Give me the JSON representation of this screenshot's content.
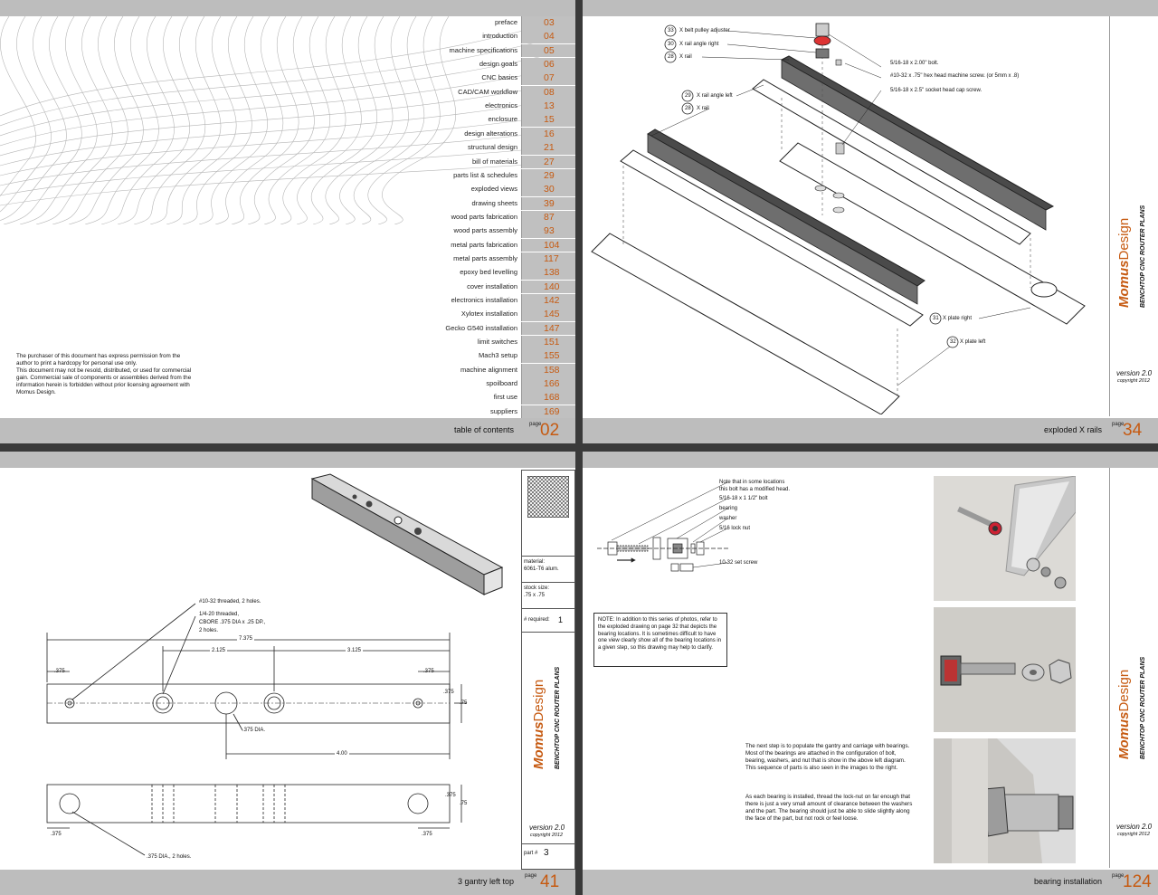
{
  "colors": {
    "accent": "#c65a11",
    "bar": "#bdbdbd",
    "toc_cell": "#c0c0c0"
  },
  "brand": {
    "name_bold": "Momus",
    "name_light": "Design",
    "subtitle": "BENCHTOP CNC ROUTER PLANS",
    "version": "version 2.0",
    "copyright": "copyright 2012"
  },
  "page1": {
    "toc": [
      {
        "label": "preface",
        "page": "03"
      },
      {
        "label": "introduction",
        "page": "04"
      },
      {
        "label": "machine specifications",
        "page": "05"
      },
      {
        "label": "design goals",
        "page": "06"
      },
      {
        "label": "CNC basics",
        "page": "07"
      },
      {
        "label": "CAD/CAM workflow",
        "page": "08"
      },
      {
        "label": "electronics",
        "page": "13"
      },
      {
        "label": "enclosure",
        "page": "15"
      },
      {
        "label": "design alterations",
        "page": "16"
      },
      {
        "label": "structural design",
        "page": "21"
      },
      {
        "label": "bill of materials",
        "page": "27"
      },
      {
        "label": "parts list & schedules",
        "page": "29"
      },
      {
        "label": "exploded views",
        "page": "30"
      },
      {
        "label": "drawing sheets",
        "page": "39"
      },
      {
        "label": "wood parts fabrication",
        "page": "87"
      },
      {
        "label": "wood parts assembly",
        "page": "93"
      },
      {
        "label": "metal parts fabrication",
        "page": "104"
      },
      {
        "label": "metal parts assembly",
        "page": "117"
      },
      {
        "label": "epoxy bed levelling",
        "page": "138"
      },
      {
        "label": "cover installation",
        "page": "140"
      },
      {
        "label": "electronics installation",
        "page": "142"
      },
      {
        "label": "Xylotex installation",
        "page": "145"
      },
      {
        "label": "Gecko G540 installation",
        "page": "147"
      },
      {
        "label": "limit switches",
        "page": "151"
      },
      {
        "label": "Mach3 setup",
        "page": "155"
      },
      {
        "label": "machine alignment",
        "page": "158"
      },
      {
        "label": "spoilboard",
        "page": "166"
      },
      {
        "label": "first use",
        "page": "168"
      },
      {
        "label": "suppliers",
        "page": "169"
      }
    ],
    "legal_line1": "The purchaser of this document has express permission from the author to print a hardcopy for personal use only.",
    "legal_line2": "This document may not be resold, distributed, or used for commercial gain.   Commercial sale of components or assemblies derived from the information herein is forbidden without prior licensing agreement with Momus Design.",
    "title": "table of contents",
    "page_label": "page",
    "page_number": "02"
  },
  "page2": {
    "callouts": [
      {
        "num": "33",
        "text": "X belt pulley adjuster"
      },
      {
        "num": "30",
        "text": "X rail angle right"
      },
      {
        "num": "28",
        "text": "X rail"
      },
      {
        "num": "29",
        "text": "X rail angle left"
      },
      {
        "num": "28",
        "text": "X rail"
      },
      {
        "num": "31",
        "text": "X plate right"
      },
      {
        "num": "32",
        "text": "X plate left"
      }
    ],
    "notes": [
      "5/16-18 x 2.00\" bolt.",
      "#10-32 x .75\" hex head machine screw. (or 5mm x .8)",
      "5/16-18 x 2.5\" socket head cap screw."
    ],
    "title": "exploded X rails",
    "page_label": "page",
    "page_number": "34"
  },
  "page3": {
    "notes": {
      "thread1": "#10-32 threaded, 2 holes.",
      "thread2a": "1/4-20 threaded,",
      "thread2b": "CBORE .375 DIA x .25 DP.,",
      "thread2c": "2 holes.",
      "dia": ".375 DIA.",
      "dia2": ".375 DIA., 2 holes."
    },
    "dims": {
      "overall": "7.375",
      "d1": "2.125",
      "d2": "3.125",
      "edge_l": ".375",
      "edge_r": ".375",
      "h1": ".375",
      "h2": ".75",
      "span": "4.00",
      "b_edge_l": ".375",
      "b_edge_r": ".375",
      "b_h1": ".375",
      "b_h2": ".75"
    },
    "side": {
      "material_label": "material:",
      "material": "6061-T6 alum.",
      "stock_label": "stock size:",
      "stock": ".75 x .75",
      "required_label": "# required:",
      "required": "1",
      "part_label": "part #",
      "part": "3"
    },
    "title": "3 gantry left top",
    "page_label": "page",
    "page_number": "41"
  },
  "page4": {
    "labels": [
      "Note that in some locations",
      "this bolt has a modified head.",
      "5/16-18 x 1 1/2\" bolt",
      "bearing",
      "washer",
      "5/16 lock nut",
      "10-32 set screw"
    ],
    "note": "NOTE: In addition to this series of photos, refer to the exploded drawing on page 32 that depicts the bearing locations.  It is sometimes difficult to have one view clearly show all of the bearing locations in a given step, so this drawing may help to clarify.",
    "para1": "The next step is to populate the gantry and carriage with bearings.  Most of the bearings are attached in the configuration of bolt, bearing, washers, and nut that is show in the above left diagram.  This sequence of parts is also seen in the images to the right.",
    "para2": "As each bearing is installed, thread the lock-nut on far enough that there is just a very small amount of clearance between the washers and the part.  The bearing should just be able to slide slightly along the face of the part, but not rock or feel loose.",
    "title": "bearing installation",
    "page_label": "page",
    "page_number": "124"
  }
}
